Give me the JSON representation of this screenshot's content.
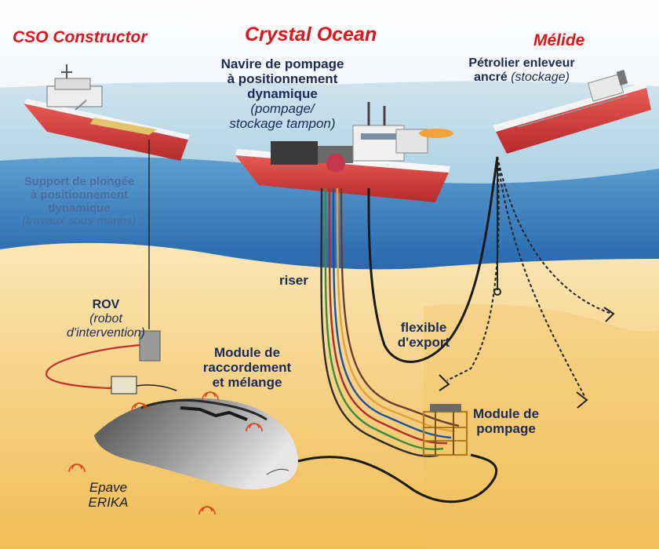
{
  "vessels": {
    "left_name": "CSO Constructor",
    "center_name": "Crystal Ocean",
    "right_name": "Mélide"
  },
  "labels": {
    "support_line1": "Support de plongée",
    "support_line2": "à positionnement",
    "support_line3": "dynamique",
    "support_line4": "(travaux sous-marins)",
    "navire_line1": "Navire de pompage",
    "navire_line2": "à positionnement",
    "navire_line3": "dynamique",
    "navire_line4": "(pompage/",
    "navire_line5": "stockage tampon)",
    "petrolier_line1": "Pétrolier enleveur",
    "petrolier_line2": "ancré",
    "petrolier_line3": "(stockage)",
    "riser": "riser",
    "rov_line1": "ROV",
    "rov_line2": "(robot",
    "rov_line3": "d'intervention)",
    "module_rac_line1": "Module de",
    "module_rac_line2": "raccordement",
    "module_rac_line3": "et mélange",
    "flexible_line1": "flexible",
    "flexible_line2": "d'export",
    "module_pomp_line1": "Module de",
    "module_pomp_line2": "pompage",
    "epave_line1": "Epave",
    "epave_line2": "ERIKA"
  },
  "colors": {
    "title_red": "#e0141b",
    "label_navy": "#1a2a55",
    "hull_red": "#d53b3b",
    "sea_deep": "#2e6fb3",
    "sand": "#f3c66a"
  }
}
